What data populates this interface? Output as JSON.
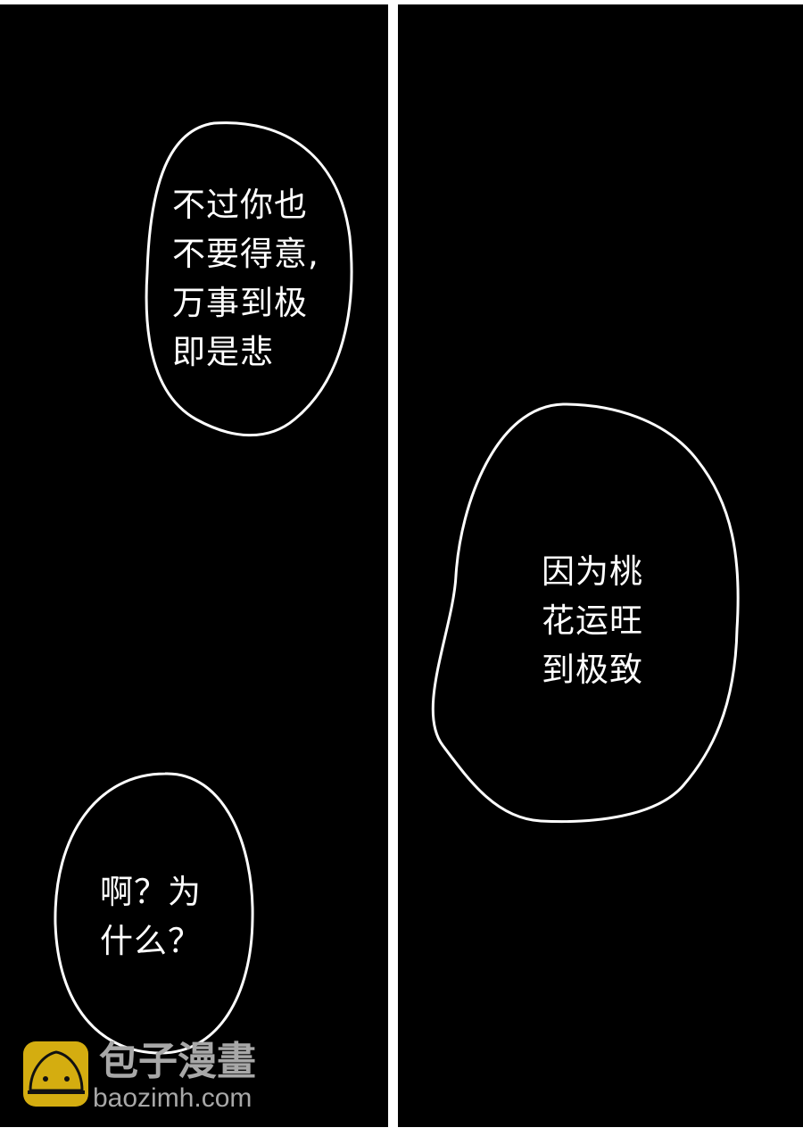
{
  "panels": [
    {
      "bubbles": [
        {
          "lines": [
            "不过你也",
            "不要得意,",
            "万事到极",
            "即是悲"
          ]
        },
        {
          "lines": [
            "啊？为",
            "什么？"
          ]
        }
      ]
    },
    {
      "bubbles": [
        {
          "lines": [
            "因为桃",
            "花运旺",
            "到极致"
          ]
        }
      ]
    }
  ],
  "watermark": {
    "name": "包子漫畫",
    "url": "baozimh.com",
    "logo_color": "#d4ad10"
  }
}
